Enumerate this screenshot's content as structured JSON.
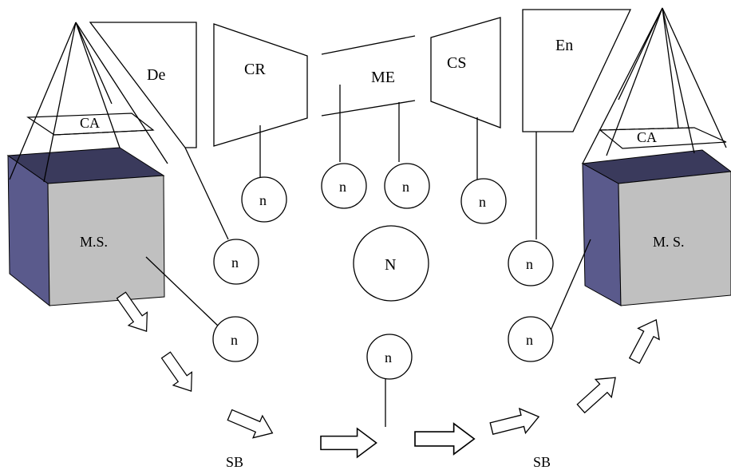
{
  "labels": {
    "de": "De",
    "cr": "CR",
    "me": "ME",
    "cs": "CS",
    "en": "En",
    "ca_left": "CA",
    "ca_right": "CA",
    "ms_left": "M.S.",
    "ms_right": "M. S.",
    "node_small": "n",
    "node_big": "N",
    "sb_left": "SB",
    "sb_right": "SB"
  },
  "colors": {
    "cube_front": "#c0c0c0",
    "cube_side": "#5a5a8c",
    "cube_top": "#3a3a5c",
    "stroke": "#000000"
  }
}
